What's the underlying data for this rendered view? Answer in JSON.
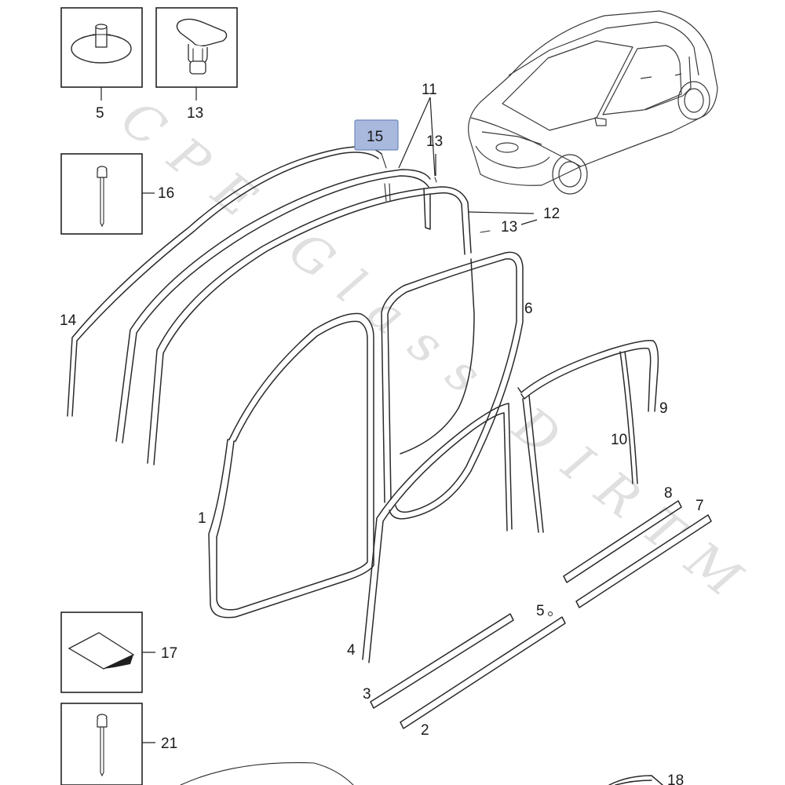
{
  "callouts": {
    "c1": "1",
    "c2": "2",
    "c3": "3",
    "c4": "4",
    "c5a": "5",
    "c5b": "5",
    "c6": "6",
    "c7": "7",
    "c8": "8",
    "c9": "9",
    "c10": "10",
    "c11": "11",
    "c12": "12",
    "c13a": "13",
    "c13b": "13",
    "c13c": "13",
    "c14": "14",
    "c15": "15",
    "c16": "16",
    "c17": "17",
    "c18": "18",
    "c21": "21"
  },
  "colors": {
    "highlight_fill": "#a9b9de",
    "highlight_stroke": "#6f86bd",
    "line": "#2a2a2a",
    "watermark": "#c8c8c8"
  },
  "watermark": "CPE Glass DIRTM"
}
